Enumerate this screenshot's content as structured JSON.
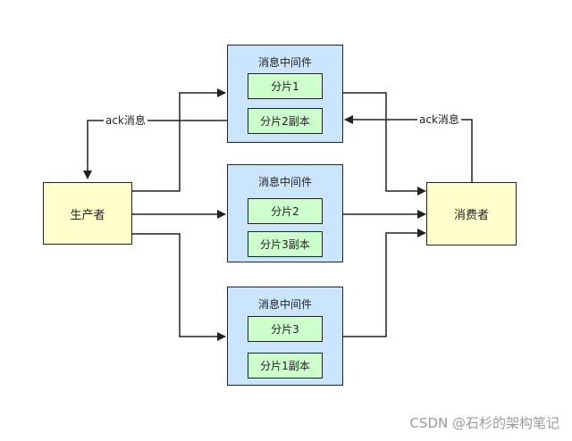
{
  "producer": {
    "label": "生产者"
  },
  "consumer": {
    "label": "消费者"
  },
  "brokers": [
    {
      "title": "消息中间件",
      "shards": [
        "分片1",
        "分片2副本"
      ]
    },
    {
      "title": "消息中间件",
      "shards": [
        "分片2",
        "分片3副本"
      ]
    },
    {
      "title": "消息中间件",
      "shards": [
        "分片3",
        "分片1副本"
      ]
    }
  ],
  "edge_labels": {
    "ack_left": "ack消息",
    "ack_right": "ack消息"
  },
  "watermark": "CSDN @石杉的架构笔记",
  "colors": {
    "actor_fill": "#ffffcc",
    "broker_fill": "#cce5ff",
    "shard_fill": "#ccffcc",
    "stroke": "#222222"
  }
}
